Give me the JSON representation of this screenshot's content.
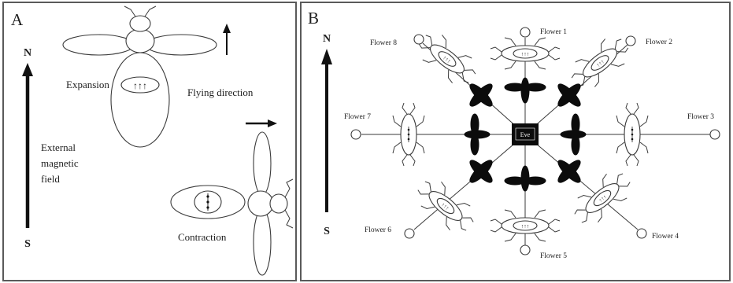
{
  "panel_a": {
    "letter": "A",
    "north": "N",
    "south": "S",
    "expansion_label": "Expansion",
    "expansion_arrows": "↑↑↑",
    "flying_direction_label": "Flying direction",
    "field_label_line1": "External",
    "field_label_line2": "magnetic",
    "field_label_line3": "field",
    "contraction_label": "Contraction"
  },
  "panel_b": {
    "letter": "B",
    "north": "N",
    "south": "S",
    "hive_label": "Eve",
    "flowers": {
      "f1": "Flower 1",
      "f2": "Flower 2",
      "f3": "Flower 3",
      "f4": "Flower 4",
      "f5": "Flower 5",
      "f6": "Flower 6",
      "f7": "Flower 7",
      "f8": "Flower 8"
    },
    "dancer_arrows": "↑↑↑"
  },
  "colors": {
    "frame": "#5a5a5a",
    "ink": "#1e1e1e",
    "silhouette": "#0c0c0c"
  }
}
